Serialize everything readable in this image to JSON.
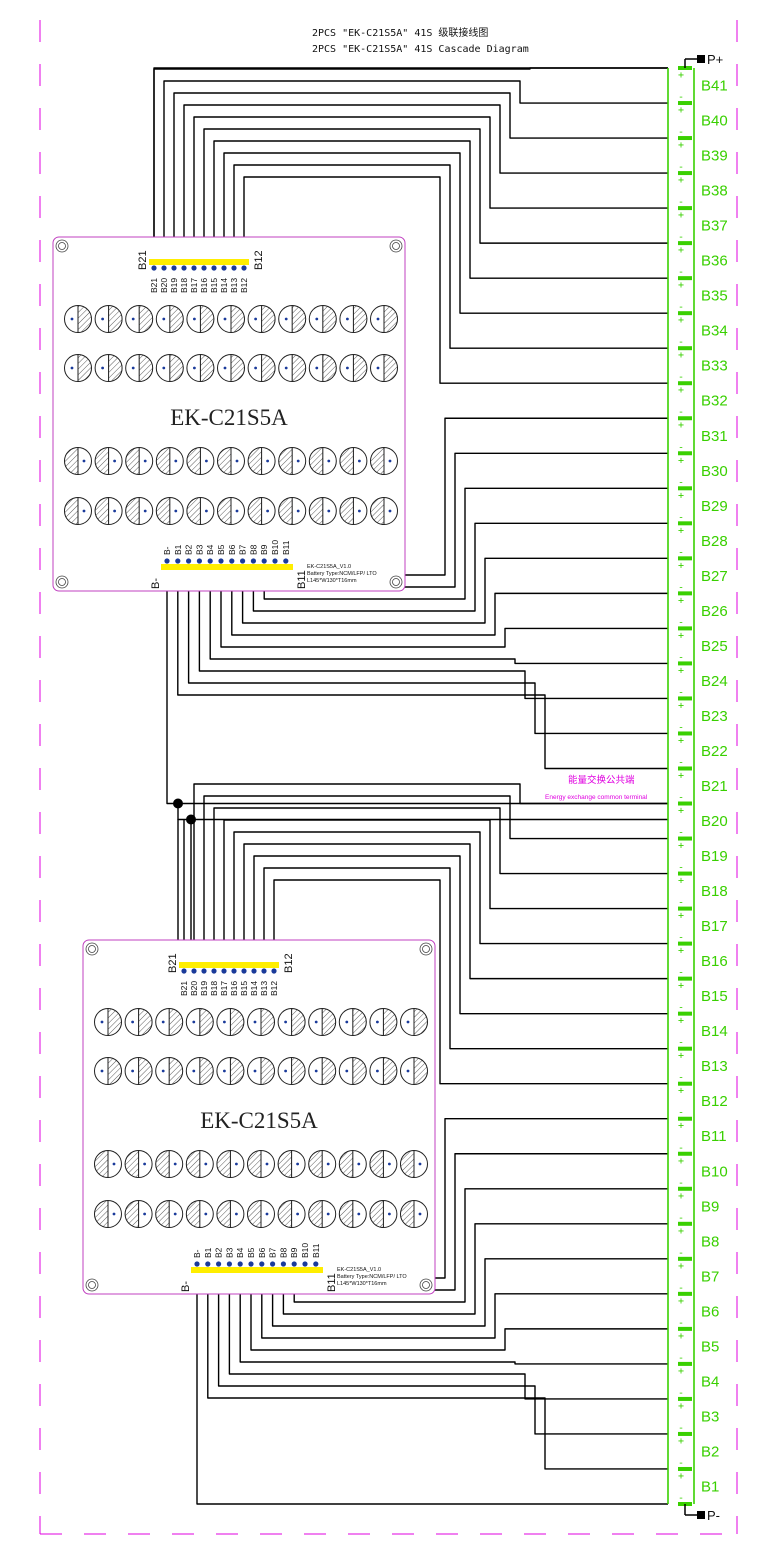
{
  "title": {
    "line1": "2PCS \"EK-C21S5A\"  41S 级联接线图",
    "line2": "2PCS \"EK-C21S5A\"  41S Cascade Diagram"
  },
  "terminals": {
    "positive": "P+",
    "negative": "P-"
  },
  "cells": [
    "B1",
    "B2",
    "B3",
    "B4",
    "B5",
    "B6",
    "B7",
    "B8",
    "B9",
    "B10",
    "B11",
    "B12",
    "B13",
    "B14",
    "B15",
    "B16",
    "B17",
    "B18",
    "B19",
    "B20",
    "B21",
    "B22",
    "B23",
    "B24",
    "B25",
    "B26",
    "B27",
    "B28",
    "B29",
    "B30",
    "B31",
    "B32",
    "B33",
    "B34",
    "B35",
    "B36",
    "B37",
    "B38",
    "B39",
    "B40",
    "B41"
  ],
  "cell_signs": {
    "plus": "+",
    "minus": "-"
  },
  "energy_exchange": {
    "cn": "能量交换公共端",
    "en": "Energy exchange common terminal"
  },
  "boards": [
    {
      "name": "EK-C21S5A",
      "top_pins": [
        "B21",
        "B20",
        "B19",
        "B18",
        "B17",
        "B16",
        "B15",
        "B14",
        "B13",
        "B12"
      ],
      "bottom_pins": [
        "B-",
        "B1",
        "B2",
        "B3",
        "B4",
        "B5",
        "B6",
        "B7",
        "B8",
        "B9",
        "B10",
        "B11"
      ],
      "top_header_left": "B21",
      "top_header_right": "B12",
      "bottom_header_left": "B-",
      "bottom_header_right": "B11",
      "info": [
        "EK-C21S5A_V1.0",
        "Battery Type:NCM/LFP/ LTO",
        "L145*W130*T16mm"
      ]
    },
    {
      "name": "EK-C21S5A",
      "top_pins": [
        "B21",
        "B20",
        "B19",
        "B18",
        "B17",
        "B16",
        "B15",
        "B14",
        "B13",
        "B12"
      ],
      "bottom_pins": [
        "B-",
        "B1",
        "B2",
        "B3",
        "B4",
        "B5",
        "B6",
        "B7",
        "B8",
        "B9",
        "B10",
        "B11"
      ],
      "top_header_left": "B21",
      "top_header_right": "B12",
      "bottom_header_left": "B-",
      "bottom_header_right": "B11",
      "info": [
        "EK-C21S5A_V1.0",
        "Battery Type:NCM/LFP/ LTO",
        "L145*W130*T16mm"
      ]
    }
  ],
  "colors": {
    "cell": "#39d000",
    "board_outline": "#c040c0",
    "header": "#ffee00",
    "wire": "#000000",
    "frame_dash": "#e000e0",
    "energy_text": "#e000e0"
  }
}
